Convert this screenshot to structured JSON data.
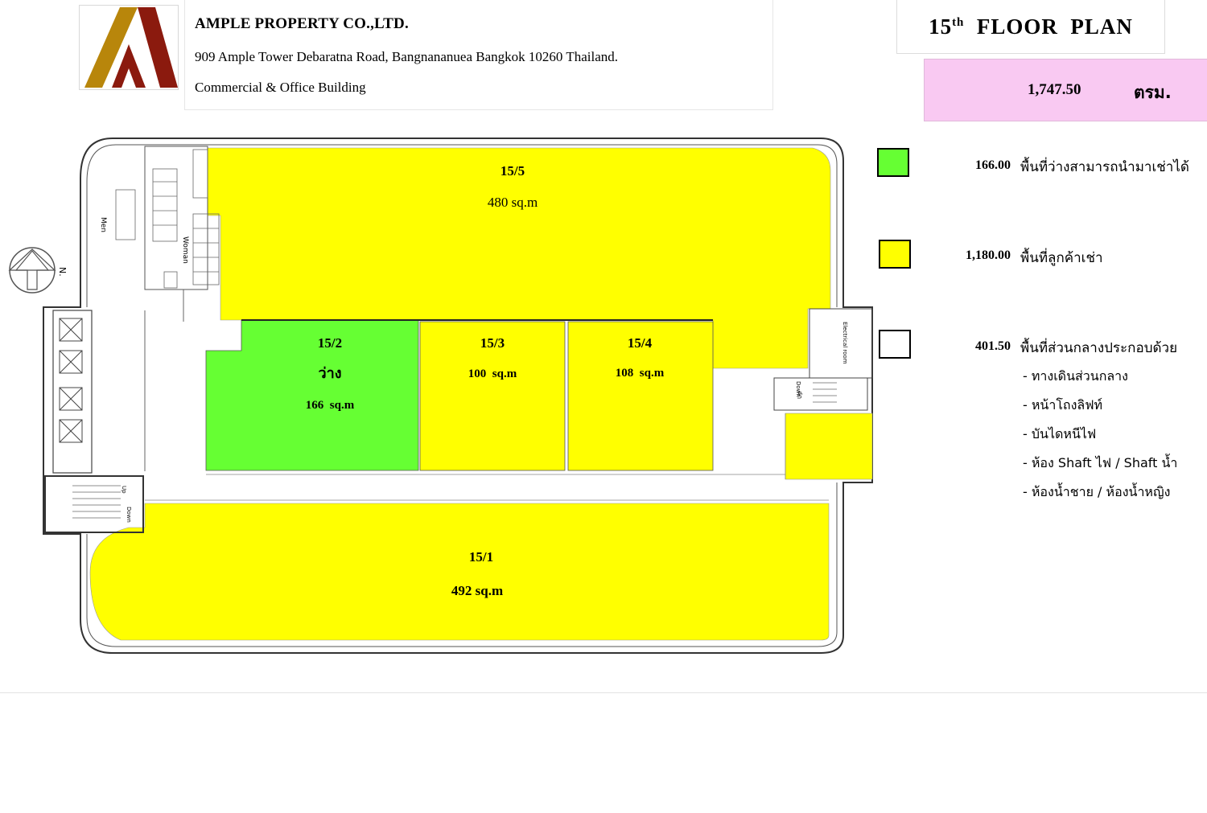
{
  "header": {
    "company_name": "AMPLE PROPERTY CO.,LTD.",
    "address": "909 Ample Tower Debaratna Road, Bangnananuea Bangkok 10260 Thailand.",
    "building_type": "Commercial & Office Building",
    "floor_number": "15",
    "floor_suffix": "th",
    "floor_label": "FLOOR  PLAN",
    "total_area": "1,747.50",
    "total_area_unit": "ตรม."
  },
  "legend": [
    {
      "value": "166.00",
      "label": "พื้นที่ว่างสามารถนำมาเช่าได้",
      "color": "#66ff33"
    },
    {
      "value": "1,180.00",
      "label": "พื้นที่ลูกค้าเช่า",
      "color": "#ffff00"
    },
    {
      "value": "401.50",
      "label": "พื้นที่ส่วนกลางประกอบด้วย",
      "color": "#ffffff"
    }
  ],
  "common_items": [
    "- ทางเดินส่วนกลาง",
    "- หน้าโถงลิฟท์",
    "- บันไดหนีไฟ",
    "- ห้อง Shaft ไฟ / Shaft น้ำ",
    "- ห้องน้ำชาย / ห้องน้ำหญิง"
  ],
  "units": {
    "u5": {
      "id": "15/5",
      "area": "480 sq.m"
    },
    "u2": {
      "id": "15/2",
      "status": "ว่าง",
      "area": "166  sq.m"
    },
    "u3": {
      "id": "15/3",
      "area": "100  sq.m"
    },
    "u4": {
      "id": "15/4",
      "area": "108  sq.m"
    },
    "u1": {
      "id": "15/1",
      "area": "492 sq.m"
    }
  },
  "labels": {
    "men": "Men",
    "women": "Woman",
    "north": "N.",
    "electrical": "Electrical room",
    "stair_up": "Up",
    "stair_down": "Down"
  },
  "colors": {
    "available": "#66ff33",
    "leased": "#ffff00",
    "total_bg": "#f9c9f2",
    "logo_gold": "#b8860b",
    "logo_red": "#8b1a0e"
  }
}
